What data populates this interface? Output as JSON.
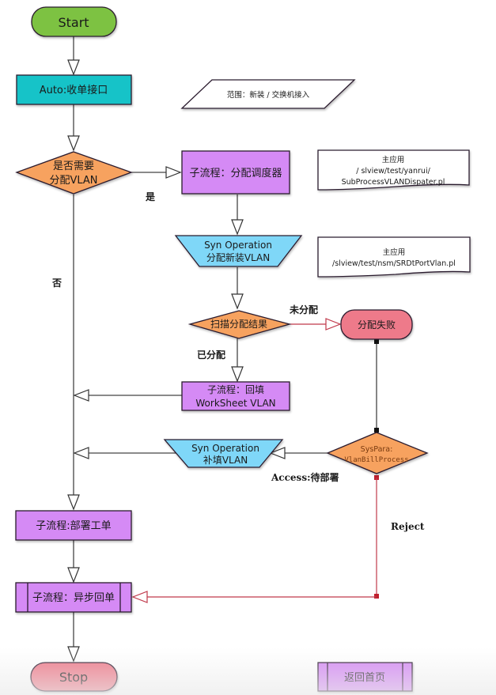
{
  "colors": {
    "start": "#7dc242",
    "process_teal": "#19c3c8",
    "decision": "#f7a25e",
    "subprocess": "#d58af5",
    "syn_op": "#7fd7f8",
    "fail": "#ee7a8a",
    "stop": "#ee7a8a",
    "note": "#ffffff"
  },
  "nodes": {
    "start": "Start",
    "auto": "Auto:收单接口",
    "scope_note": "范围：新装 / 交换机接入",
    "need_vlan_line1": "是否需要",
    "need_vlan_line2": "分配VLAN",
    "dispatcher": "子流程：分配调度器",
    "note1_line1": "主应用",
    "note1_line2": "/ slview/test/yanrui/",
    "note1_line3": "SubProcessVLANDispater.pl",
    "syn_alloc_line1": "Syn Operation",
    "syn_alloc_line2": "分配新装VLAN",
    "note2_line1": "主应用",
    "note2_line2": "/slview/test/nsm/SRDtPortVlan.pl",
    "scan_result": "扫描分配结果",
    "alloc_fail": "分配失败",
    "backfill_line1": "子流程：回填",
    "backfill_line2": "WorkSheet VLAN",
    "syn_fill_line1": "Syn Operation",
    "syn_fill_line2": "补填VLAN",
    "syspara_line1": "SysPara:",
    "syspara_line2": "VlanBillProcess",
    "deploy": "子流程:部署工单",
    "async_reply": "子流程：异步回单",
    "stop": "Stop",
    "back_home": "返回首页"
  },
  "edge_labels": {
    "yes": "是",
    "no": "否",
    "unallocated": "未分配",
    "allocated": "已分配",
    "access": "Access:待部署",
    "reject": "Reject"
  }
}
